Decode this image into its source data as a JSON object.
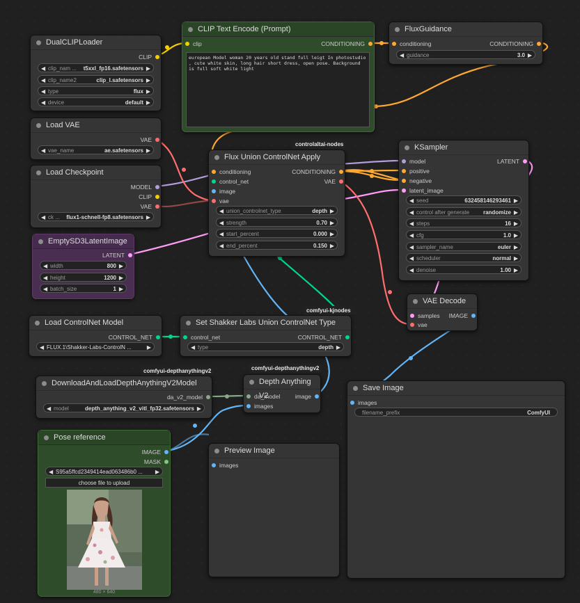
{
  "colors": {
    "clip": "#f5d000",
    "conditioning": "#ffa931",
    "latent": "#ff9cf9",
    "vae": "#ff6e6e",
    "model": "#b39ddb",
    "image": "#64b5f6",
    "controlnet": "#00d78d",
    "depth": "#8aa88a",
    "mask": "#81c784"
  },
  "dual_clip": {
    "title": "DualCLIPLoader",
    "out_clip": "CLIP",
    "clip_name_label": "clip_nam ...",
    "clip_name": "t5xxl_fp16.safetensors",
    "clip_name2_label": "clip_name2",
    "clip_name2": "clip_l.safetensors",
    "type_label": "type",
    "type": "flux",
    "device_label": "device",
    "device": "default"
  },
  "clip_text": {
    "title": "CLIP Text Encode (Prompt)",
    "in_clip": "clip",
    "out_cond": "CONDITIONING",
    "text": "european Model woman 20 years old stand full leigt In photostudio , cute white skin, long hair short dress, open pose. Background is full soft white light"
  },
  "flux_guidance": {
    "title": "FluxGuidance",
    "in_cond": "conditioning",
    "out_cond": "CONDITIONING",
    "guidance_label": "guidance",
    "guidance": "3.0"
  },
  "load_vae": {
    "title": "Load VAE",
    "out_vae": "VAE",
    "vae_name_label": "vae_name",
    "vae_name": "ae.safetensors"
  },
  "load_ckpt": {
    "title": "Load Checkpoint",
    "out_model": "MODEL",
    "out_clip": "CLIP",
    "out_vae": "VAE",
    "ckpt_label": "ck ...",
    "ckpt": "flux1-schnell-fp8.safetensors"
  },
  "empty_latent": {
    "title": "EmptySD3LatentImage",
    "out_latent": "LATENT",
    "width_label": "width",
    "width": "800",
    "height_label": "height",
    "height": "1200",
    "batch_label": "batch_size",
    "batch": "1"
  },
  "flux_union": {
    "badge": "controlaltai-nodes",
    "title": "Flux Union ControlNet Apply",
    "in_cond": "conditioning",
    "in_cn": "control_net",
    "in_image": "image",
    "in_vae": "vae",
    "out_cond": "CONDITIONING",
    "out_vae": "VAE",
    "type_label": "union_controlnet_type",
    "type": "depth",
    "strength_label": "strength",
    "strength": "0.70",
    "start_label": "start_percent",
    "start": "0.000",
    "end_label": "end_percent",
    "end": "0.150"
  },
  "ksampler": {
    "title": "KSampler",
    "in_model": "model",
    "in_pos": "positive",
    "in_neg": "negative",
    "in_latent": "latent_image",
    "out_latent": "LATENT",
    "seed_label": "seed",
    "seed": "632458146293461",
    "cag_label": "control after generate",
    "cag": "randomize",
    "steps_label": "steps",
    "steps": "16",
    "cfg_label": "cfg",
    "cfg": "1.0",
    "sampler_label": "sampler_name",
    "sampler": "euler",
    "scheduler_label": "scheduler",
    "scheduler": "normal",
    "denoise_label": "denoise",
    "denoise": "1.00"
  },
  "vae_decode": {
    "title": "VAE Decode",
    "in_samples": "samples",
    "in_vae": "vae",
    "out_image": "IMAGE"
  },
  "load_cn": {
    "title": "Load ControlNet Model",
    "out_cn": "CONTROL_NET",
    "cn_name": "FLUX.1\\Shakker-Labs-ControlN ..."
  },
  "set_shakker": {
    "badge": "comfyui-kjnodes",
    "title": "Set Shakker Labs Union ControlNet Type",
    "in_cn": "control_net",
    "out_cn": "CONTROL_NET",
    "type_label": "type",
    "type": "depth"
  },
  "download_depth": {
    "badge": "comfyui-depthanythingv2",
    "title": "DownloadAndLoadDepthAnythingV2Model",
    "out_model": "da_v2_model",
    "model_label": "model",
    "model": "depth_anything_v2_vitl_fp32.safetensors"
  },
  "depth_v2": {
    "badge": "comfyui-depthanythingv2",
    "title": "Depth Anything V2",
    "in_model": "da_model",
    "in_images": "images",
    "out_image": "image"
  },
  "save_image": {
    "title": "Save Image",
    "in_images": "images",
    "prefix_label": "filename_prefix",
    "prefix": "ComfyUI"
  },
  "preview": {
    "title": "Preview Image",
    "in_images": "images"
  },
  "pose": {
    "title": "Pose reference",
    "out_image": "IMAGE",
    "out_mask": "MASK",
    "file": "S95a5ffcd2349414ead063486b0 ...",
    "upload_label": "choose file to upload",
    "dims": "480 × 640"
  }
}
